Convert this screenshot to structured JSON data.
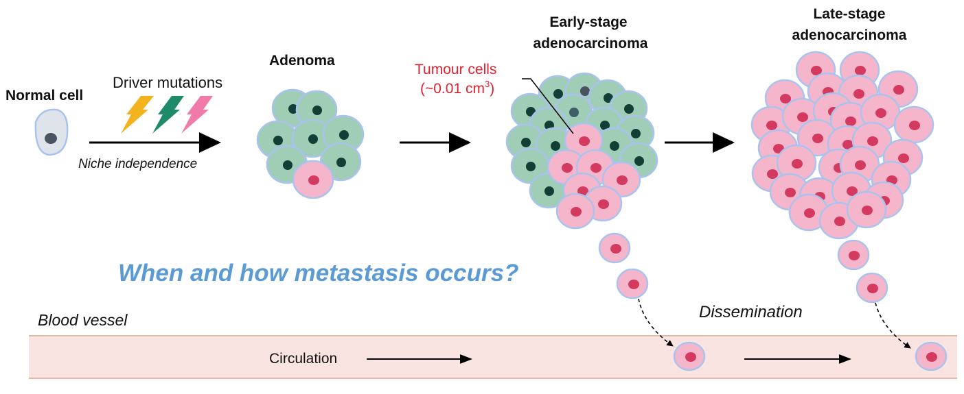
{
  "stages": {
    "normal_cell": "Normal cell",
    "adenoma": "Adenoma",
    "early_stage_line1": "Early-stage",
    "early_stage_line2": "adenocarcinoma",
    "late_stage_line1": "Late-stage",
    "late_stage_line2": "adenocarcinoma"
  },
  "labels": {
    "driver_mutations": "Driver mutations",
    "niche_independence": "Niche independence",
    "tumour_cells": "Tumour cells",
    "tumour_volume_prefix": "(~0.01 cm",
    "tumour_volume_exp": "3",
    "tumour_volume_suffix": ")",
    "question": "When and how metastasis occurs?",
    "blood_vessel": "Blood vessel",
    "circulation": "Circulation",
    "dissemination": "Dissemination"
  },
  "colors": {
    "normal_cytoplasm": "#dfe3ea",
    "normal_nucleus": "#4a5360",
    "adenoma_cytoplasm": "#9fcdb5",
    "adenoma_nucleus": "#123f35",
    "tumour_cytoplasm": "#f5b6cc",
    "tumour_nucleus": "#d43a5f",
    "cell_outline": "#aac3ee",
    "vessel_fill": "#fae4e2",
    "vessel_border": "#e3b7a6",
    "question_text": "#5b9bd5",
    "tumour_label": "#e0202e",
    "bolt_yellow": "#f2b31e",
    "bolt_green": "#1e8a6a",
    "bolt_pink": "#f07aa8"
  }
}
